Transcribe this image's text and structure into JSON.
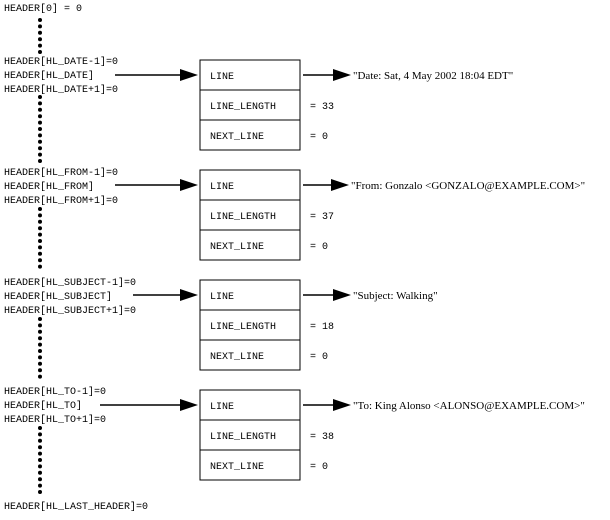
{
  "header_first": "HEADER[0] = 0",
  "header_last": "HEADER[HL_LAST_HEADER]=0",
  "groups": [
    {
      "prev_label": "HEADER[HL_DATE-1]=0",
      "main_label": "HEADER[HL_DATE]",
      "next_label": "HEADER[HL_DATE+1]=0",
      "line_field": "LINE",
      "length_field": "LINE_LENGTH",
      "next_field": "NEXT_LINE",
      "length_value": "= 33",
      "next_value": "= 0",
      "string": "\"Date: Sat, 4 May 2002 18:04 EDT\""
    },
    {
      "prev_label": "HEADER[HL_FROM-1]=0",
      "main_label": "HEADER[HL_FROM]",
      "next_label": "HEADER[HL_FROM+1]=0",
      "line_field": "LINE",
      "length_field": "LINE_LENGTH",
      "next_field": "NEXT_LINE",
      "length_value": "= 37",
      "next_value": "= 0",
      "string": "\"From: Gonzalo <GONZALO@EXAMPLE.COM>\""
    },
    {
      "prev_label": "HEADER[HL_SUBJECT-1]=0",
      "main_label": "HEADER[HL_SUBJECT]",
      "next_label": "HEADER[HL_SUBJECT+1]=0",
      "line_field": "LINE",
      "length_field": "LINE_LENGTH",
      "next_field": "NEXT_LINE",
      "length_value": "= 18",
      "next_value": "= 0",
      "string": "\"Subject: Walking\""
    },
    {
      "prev_label": "HEADER[HL_TO-1]=0",
      "main_label": "HEADER[HL_TO]",
      "next_label": "HEADER[HL_TO+1]=0",
      "line_field": "LINE",
      "length_field": "LINE_LENGTH",
      "next_field": "NEXT_LINE",
      "length_value": "= 38",
      "next_value": "= 0",
      "string": "\"To: King Alonso <ALONSO@EXAMPLE.COM>\""
    }
  ]
}
